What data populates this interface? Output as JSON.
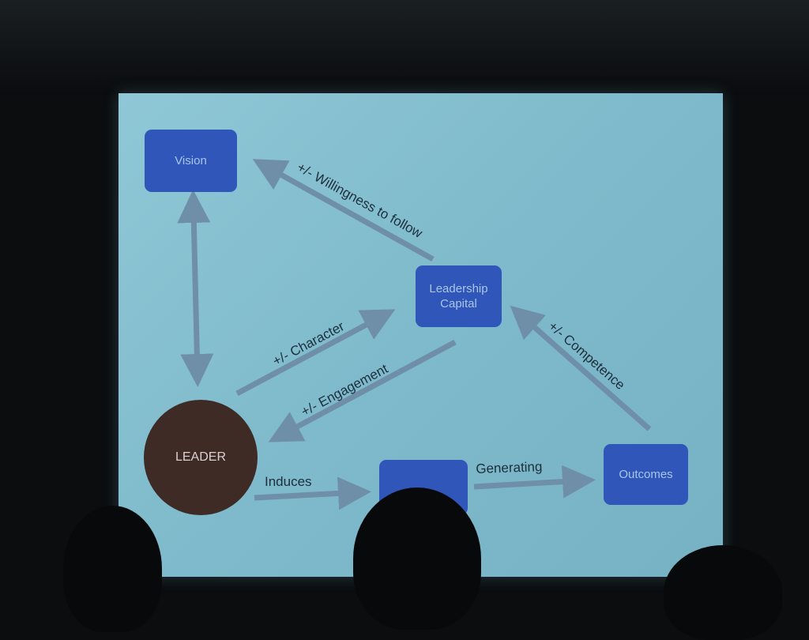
{
  "slide": {
    "nodes": {
      "vision": "Vision",
      "capital_line1": "Leadership",
      "capital_line2": "Capital",
      "leader": "LEADER",
      "outcomes": "Outcomes"
    },
    "edges": {
      "willingness": "+/- Willingness to follow",
      "character": "+/- Character",
      "engagement": "+/- Engagement",
      "competence": "+/- Competence",
      "induces": "Induces",
      "generating": "Generating"
    }
  },
  "colors": {
    "screen": "#8fc7d6",
    "box": "#2f56b8",
    "box_text": "#a9c6ea",
    "leader_circle": "#3f2b26",
    "arrow": "#6f8ea8"
  }
}
